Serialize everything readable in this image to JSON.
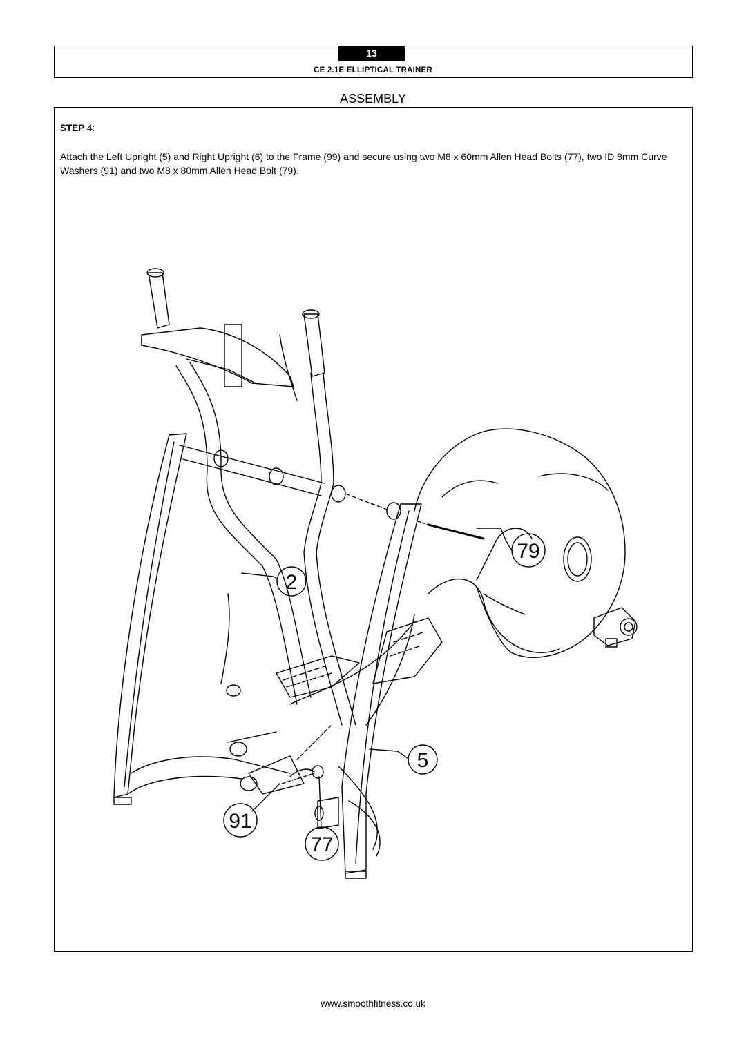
{
  "header": {
    "page_number": "13",
    "title": "CE 2.1E ELLIPTICAL TRAINER"
  },
  "section": {
    "title": "ASSEMBLY"
  },
  "step": {
    "label": "STEP",
    "number": "4",
    "separator": ":",
    "instructions": "Attach the Left Upright (5) and Right Upright (6) to the Frame (99) and secure using two M8 x 60mm Allen Head Bolts (77), two ID 8mm Curve Washers (91) and two M8 x 80mm Allen Head Bolt (79)."
  },
  "diagram": {
    "callouts": [
      "79",
      "2",
      "5",
      "91",
      "77"
    ]
  },
  "footer": {
    "url": "www.smoothfitness.co.uk"
  }
}
